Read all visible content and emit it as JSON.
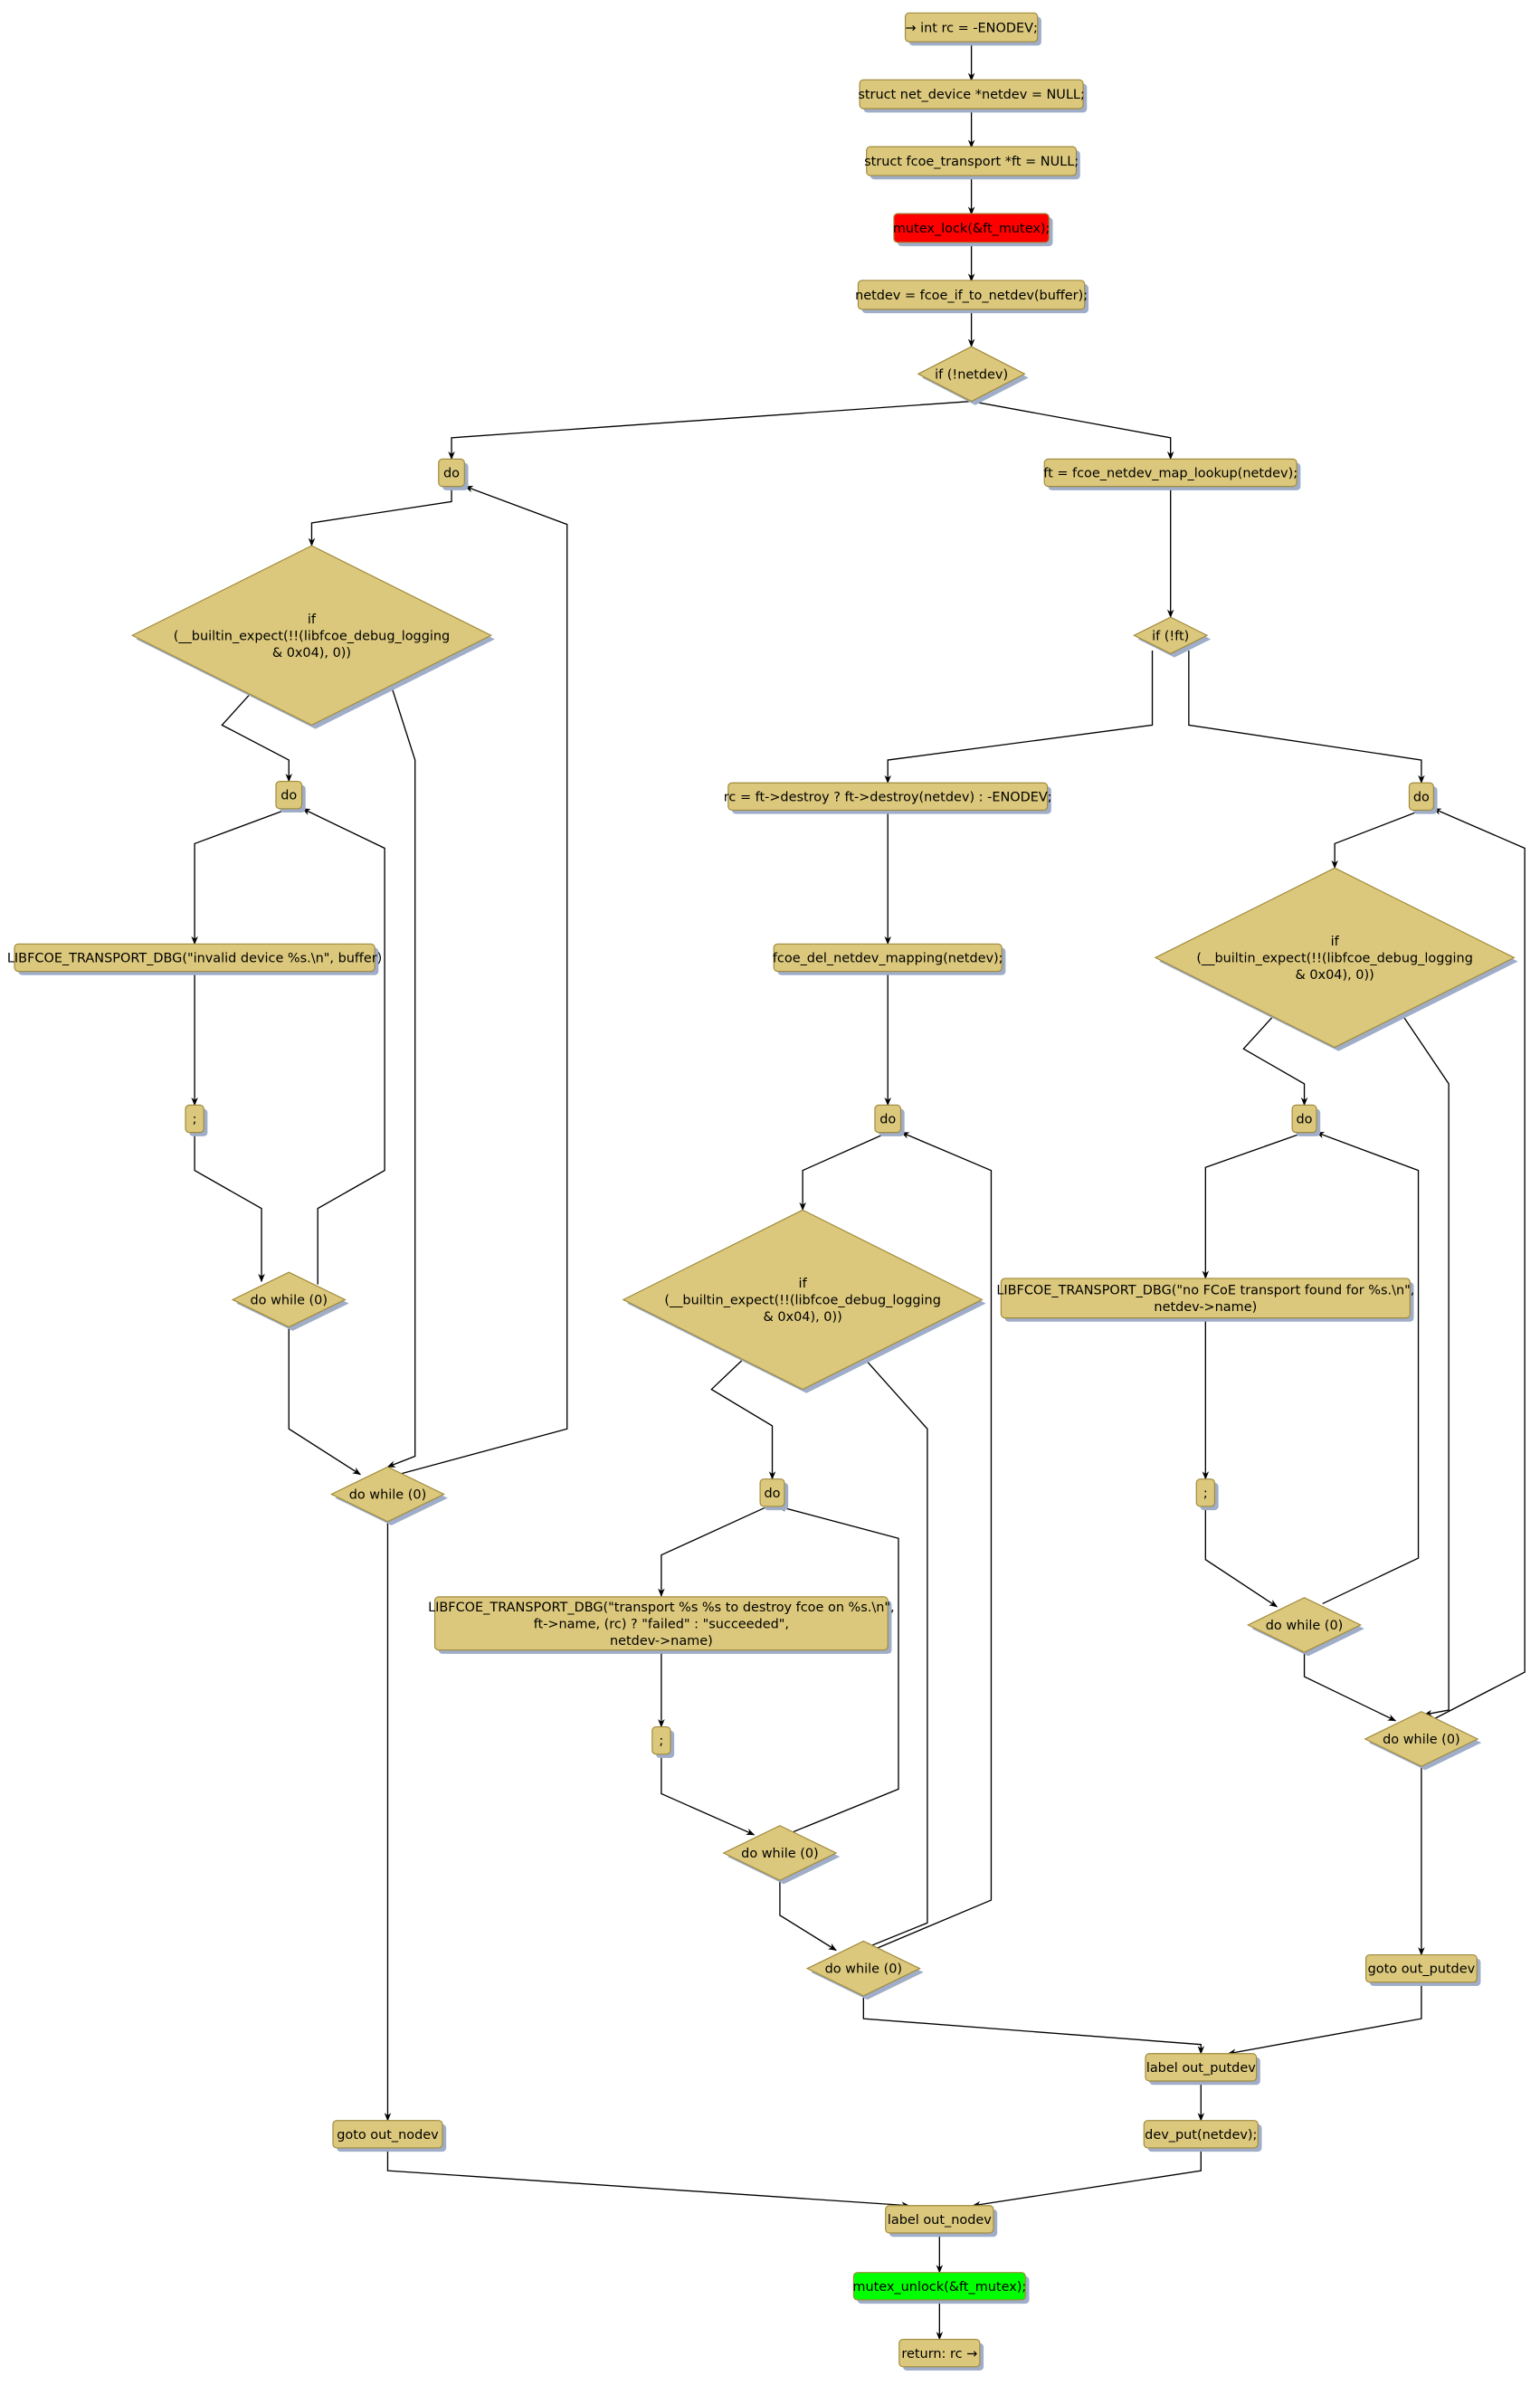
{
  "colors": {
    "node_fill": "#DBC87C",
    "node_stroke": "#A08A3C",
    "shadow": "#9FADC8",
    "start_lock": "#FF0000",
    "end_unlock": "#00FF00"
  },
  "nodes": {
    "init_rc": "→ int rc = -ENODEV;",
    "decl_netdev": "struct net_device *netdev = NULL;",
    "decl_ft": "struct fcoe_transport *ft = NULL;",
    "mutex_lock": "mutex_lock(&ft_mutex);",
    "netdev_assign": "netdev = fcoe_if_to_netdev(buffer);",
    "if_netdev": "if (!netdev)",
    "do_a": "do",
    "ft_lookup": "ft = fcoe_netdev_map_lookup(netdev);",
    "if_debug_a": "if\n(__builtin_expect(!!(libfcoe_debug_logging\n& 0x04), 0))",
    "do_b": "do",
    "dbg_invalid": "LIBFCOE_TRANSPORT_DBG(\"invalid device %s.\\n\", buffer)",
    "semi_a": ";",
    "dowhile_1": "do while (0)",
    "dowhile_2": "do while (0)",
    "goto_nodev": "goto out_nodev",
    "if_ft": "if (!ft)",
    "rc_destroy": "rc = ft->destroy ? ft->destroy(netdev) : -ENODEV;",
    "del_mapping": "fcoe_del_netdev_mapping(netdev);",
    "do_c": "do",
    "if_debug_c": "if\n(__builtin_expect(!!(libfcoe_debug_logging\n& 0x04), 0))",
    "do_d": "do",
    "dbg_destroy": "LIBFCOE_TRANSPORT_DBG(\"transport %s %s to destroy fcoe on %s.\\n\",\nft->name, (rc) ? \"failed\" : \"succeeded\",\nnetdev->name)",
    "semi_b": ";",
    "dowhile_3": "do while (0)",
    "dowhile_4": "do while (0)",
    "do_e": "do",
    "if_debug_e": "if\n(__builtin_expect(!!(libfcoe_debug_logging\n& 0x04), 0))",
    "do_f": "do",
    "dbg_no_transport": "LIBFCOE_TRANSPORT_DBG(\"no FCoE transport found for %s.\\n\",\nnetdev->name)",
    "semi_c": ";",
    "dowhile_5": "do while (0)",
    "dowhile_6": "do while (0)",
    "goto_putdev": "goto out_putdev",
    "label_putdev": "label out_putdev",
    "dev_put": "dev_put(netdev);",
    "label_nodev": "label out_nodev",
    "mutex_unlock": "mutex_unlock(&ft_mutex);",
    "return_rc": "return: rc →"
  }
}
